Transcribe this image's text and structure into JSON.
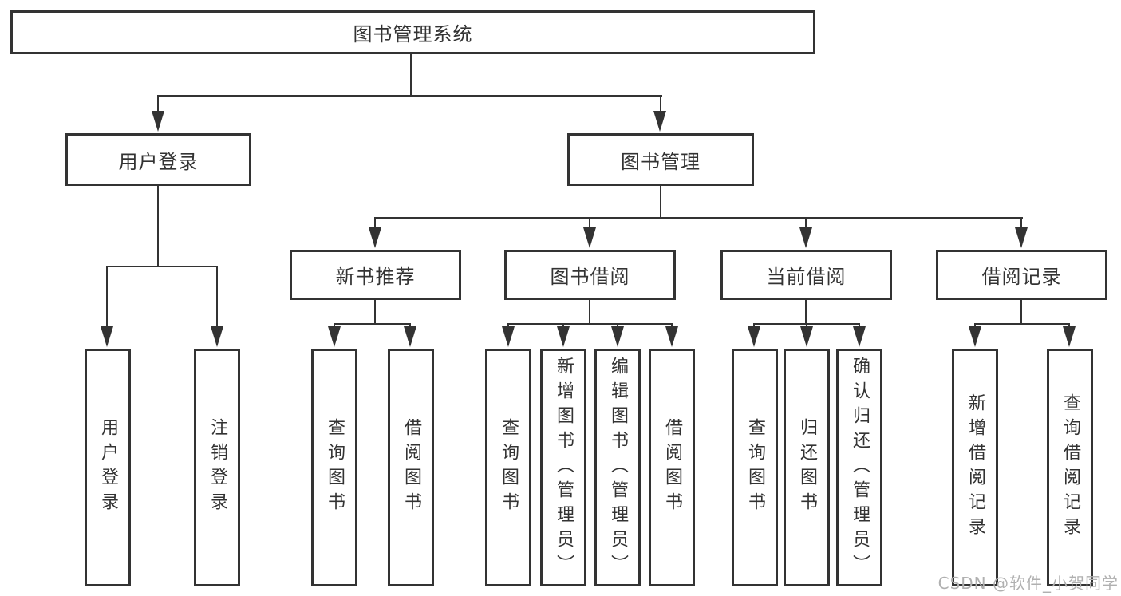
{
  "colors": {
    "line": "#333333",
    "box_background": "#ffffff",
    "text": "#333333",
    "watermark": "#b0b0b0"
  },
  "tree": {
    "root": {
      "label": "图书管理系统"
    },
    "branches": [
      {
        "label": "用户登录",
        "children": [
          {
            "label": "用户登录"
          },
          {
            "label": "注销登录"
          }
        ]
      },
      {
        "label": "图书管理",
        "groups": [
          {
            "label": "新书推荐",
            "children": [
              {
                "label": "查询图书"
              },
              {
                "label": "借阅图书"
              }
            ]
          },
          {
            "label": "图书借阅",
            "children": [
              {
                "label": "查询图书"
              },
              {
                "label": "新增图书（管理员）"
              },
              {
                "label": "编辑图书（管理员）"
              },
              {
                "label": "借阅图书"
              }
            ]
          },
          {
            "label": "当前借阅",
            "children": [
              {
                "label": "查询图书"
              },
              {
                "label": "归还图书"
              },
              {
                "label": "确认归还（管理员）"
              }
            ]
          },
          {
            "label": "借阅记录",
            "children": [
              {
                "label": "新增借阅记录"
              },
              {
                "label": "查询借阅记录"
              }
            ]
          }
        ]
      }
    ]
  },
  "watermark": {
    "text": "CSDN @软件_小贺同学"
  }
}
